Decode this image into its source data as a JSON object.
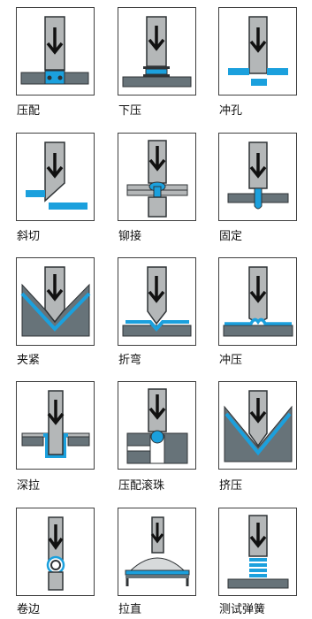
{
  "colors": {
    "punch": "#b4b7b8",
    "outline": "#2f3336",
    "plate": "#677379",
    "blue": "#1ba0dd",
    "arrow": "#111111"
  },
  "processes": [
    {
      "label": "压配",
      "icon": "press-fit-icon"
    },
    {
      "label": "下压",
      "icon": "press-down-icon"
    },
    {
      "label": "冲孔",
      "icon": "punching-icon"
    },
    {
      "label": "斜切",
      "icon": "bevel-cut-icon"
    },
    {
      "label": "铆接",
      "icon": "riveting-icon"
    },
    {
      "label": "固定",
      "icon": "fixing-icon"
    },
    {
      "label": "夹紧",
      "icon": "clamping-icon"
    },
    {
      "label": "折弯",
      "icon": "bending-icon"
    },
    {
      "label": "冲压",
      "icon": "stamping-icon"
    },
    {
      "label": "深拉",
      "icon": "deep-drawing-icon"
    },
    {
      "label": "压配滚珠",
      "icon": "ball-press-fit-icon"
    },
    {
      "label": "挤压",
      "icon": "extrusion-icon"
    },
    {
      "label": "卷边",
      "icon": "curling-icon"
    },
    {
      "label": "拉直",
      "icon": "straightening-icon"
    },
    {
      "label": "测试弹簧",
      "icon": "spring-testing-icon"
    }
  ]
}
